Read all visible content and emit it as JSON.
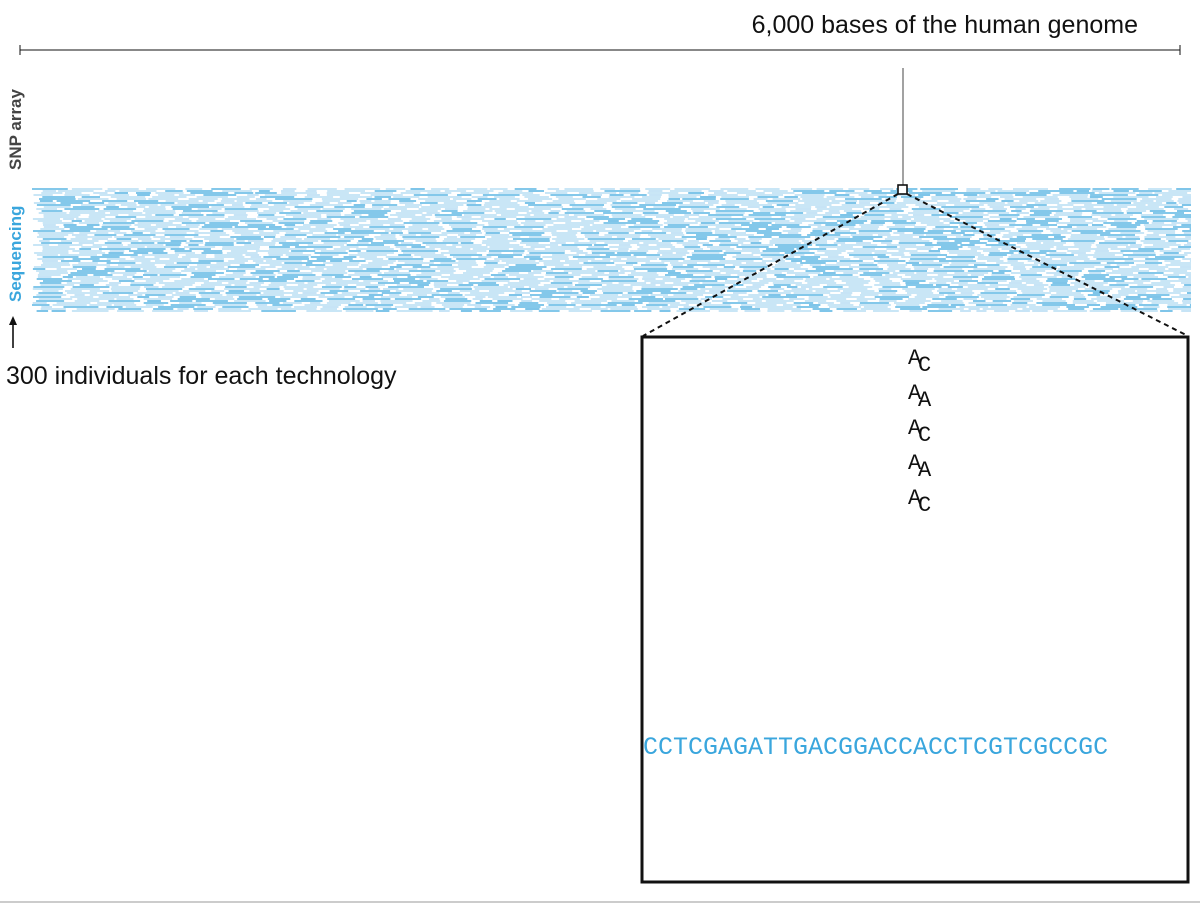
{
  "scale": {
    "label": "6,000 bases of the human genome"
  },
  "tracks": {
    "snp_label": "SNP array",
    "seq_label": "Sequencing",
    "individuals_label": "300 individuals for each technology"
  },
  "zoom": {
    "allele_pairs": [
      [
        "A",
        "C"
      ],
      [
        "A",
        "A"
      ],
      [
        "A",
        "C"
      ],
      [
        "A",
        "A"
      ],
      [
        "A",
        "C"
      ]
    ],
    "sequence": "CCTCGAGATTGACGGACCACCTCGTCGCCGC"
  },
  "colors": {
    "seq_blue": "#3aa6dd",
    "seq_light": "#a9d6f0",
    "snp_gray": "#444444",
    "ink": "#111111"
  }
}
